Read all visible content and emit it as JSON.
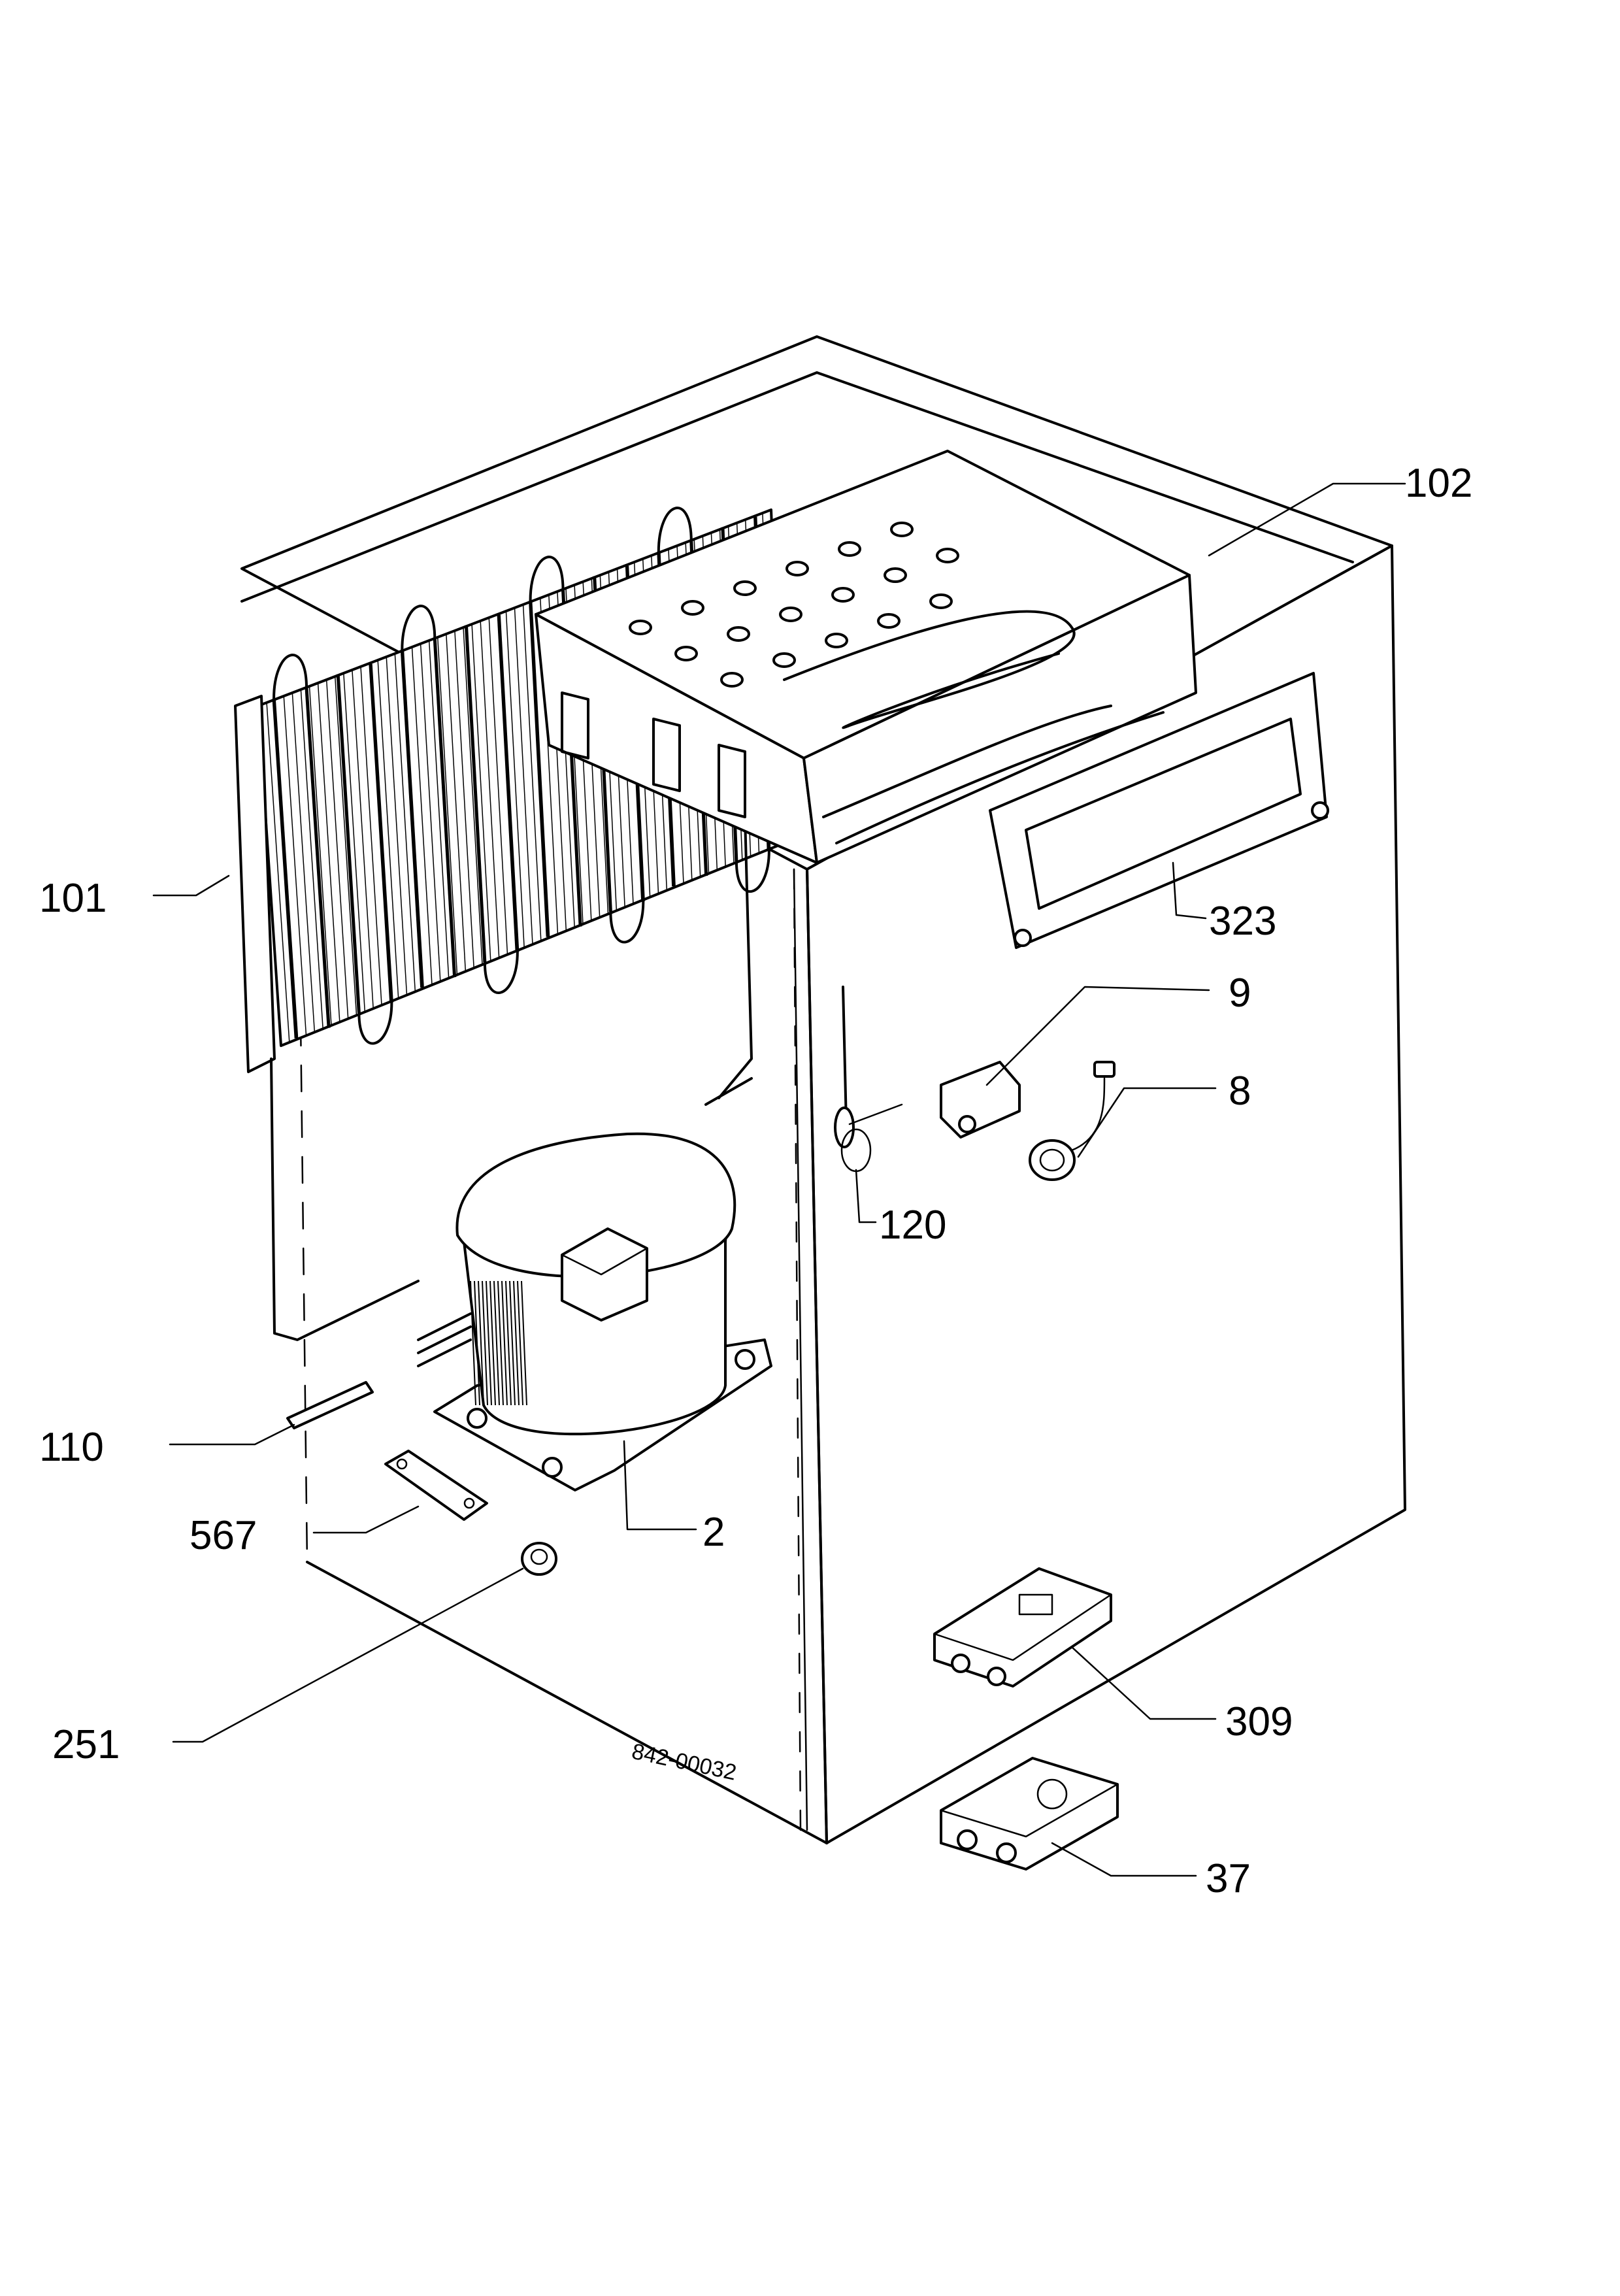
{
  "labels": {
    "l101": "101",
    "l102": "102",
    "l323": "323",
    "l9": "9",
    "l8": "8",
    "l120": "120",
    "l110": "110",
    "l567": "567",
    "l2": "2",
    "l251": "251",
    "l309": "309",
    "l37": "37"
  },
  "drawing_ref": "842-00032"
}
